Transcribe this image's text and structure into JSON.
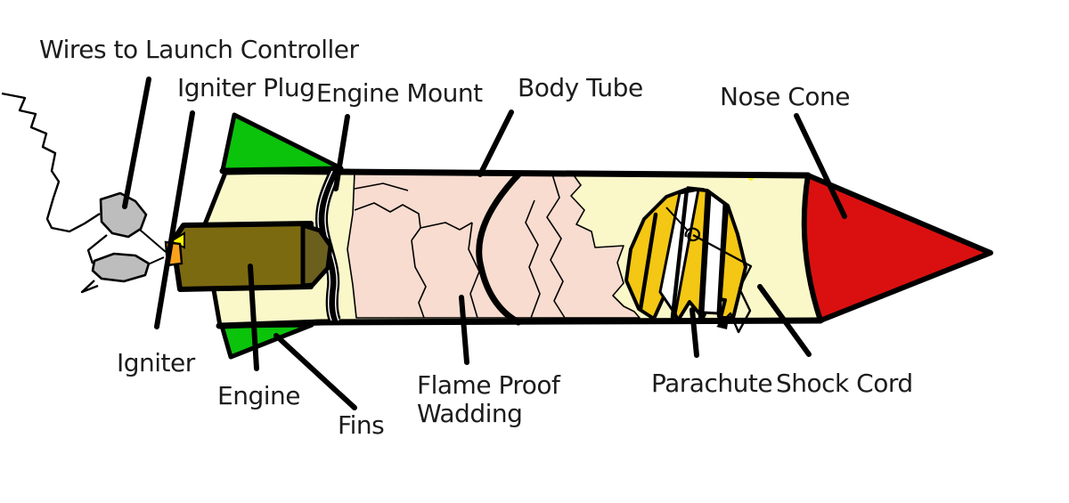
{
  "labels": {
    "wires_to_launch_controller": "Wires to Launch Controller",
    "igniter_plug": "Igniter Plug",
    "engine_mount": "Engine Mount",
    "body_tube": "Body Tube",
    "nose_cone": "Nose Cone",
    "igniter": "Igniter",
    "engine": "Engine",
    "fins": "Fins",
    "flame_proof_wadding": [
      "Flame Proof",
      "Wadding"
    ],
    "parachute": "Parachute",
    "shock_cord": "Shock Cord"
  },
  "colors": {
    "body_tube": "#FAF8C9",
    "wadding": "#F7DCCF",
    "fin": "#0CC30C",
    "engine": "#7C6A11",
    "engine_cap": "#6B5F1E",
    "nose_cone": "#DA1010",
    "parachute_gold": "#F3C713",
    "parachute_white": "#FFFFFF",
    "igniter": "#F9A21B",
    "igniter_plug": "#FCF803",
    "wire_clip": "#BDBDBD",
    "outline": "#000000",
    "label_text": "#1C1C1C"
  }
}
